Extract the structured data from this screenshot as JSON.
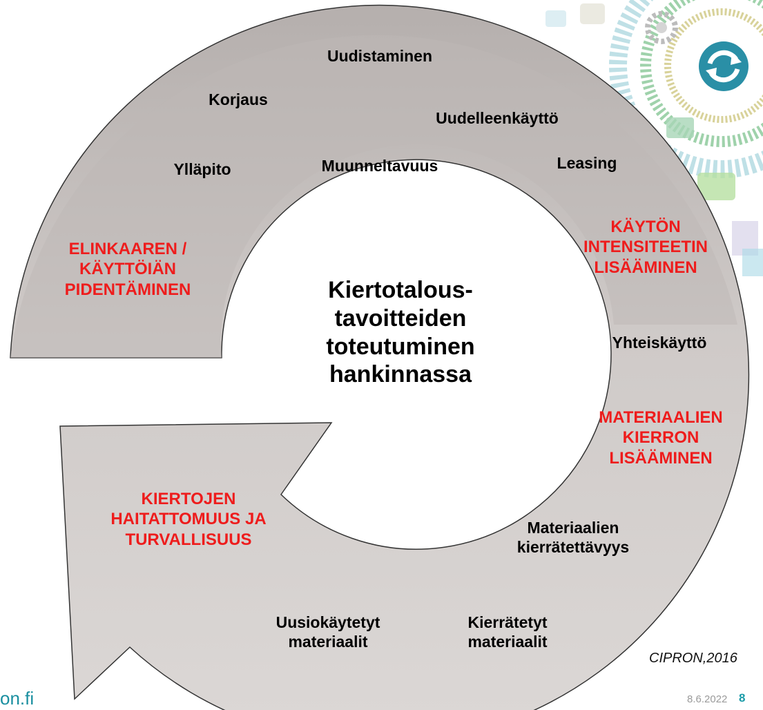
{
  "center_title": "Kiertotalous-\ntavoitteiden\ntoteutuminen\nhankinnassa",
  "categories": [
    "ELINKAAREN /\nKÄYTTÖIÄN\nPIDENTÄMINEN",
    "KÄYTÖN\nINTENSITEETIN\nLISÄÄMINEN",
    "MATERIAALIEN\nKIERRON\nLISÄÄMINEN",
    "KIERTOJEN\nHAITATTOMUUS JA\nTURVALLISUUS"
  ],
  "items": [
    "Uudistaminen",
    "Korjaus",
    "Uudelleenkäyttö",
    "Ylläpito",
    "Muunneltavuus",
    "Leasing",
    "Yhteiskäyttö",
    "Materiaalien\nkierrätettävyys",
    "Uusiokäytetyt\nmateriaalit",
    "Kierrätetyt\nmateriaalit"
  ],
  "source": "CIPRON,2016",
  "footer": {
    "brand": "on.fi",
    "date": "8.6.2022",
    "page": "8"
  },
  "colors": {
    "arrow_fill": "#c9c3c1",
    "arrow_dark": "#b3adab",
    "category_text": "#ee1c1c",
    "accent": "#1a9ba8",
    "item_text": "#000000"
  },
  "icons": [
    "recycle-icon",
    "gear-icon"
  ]
}
